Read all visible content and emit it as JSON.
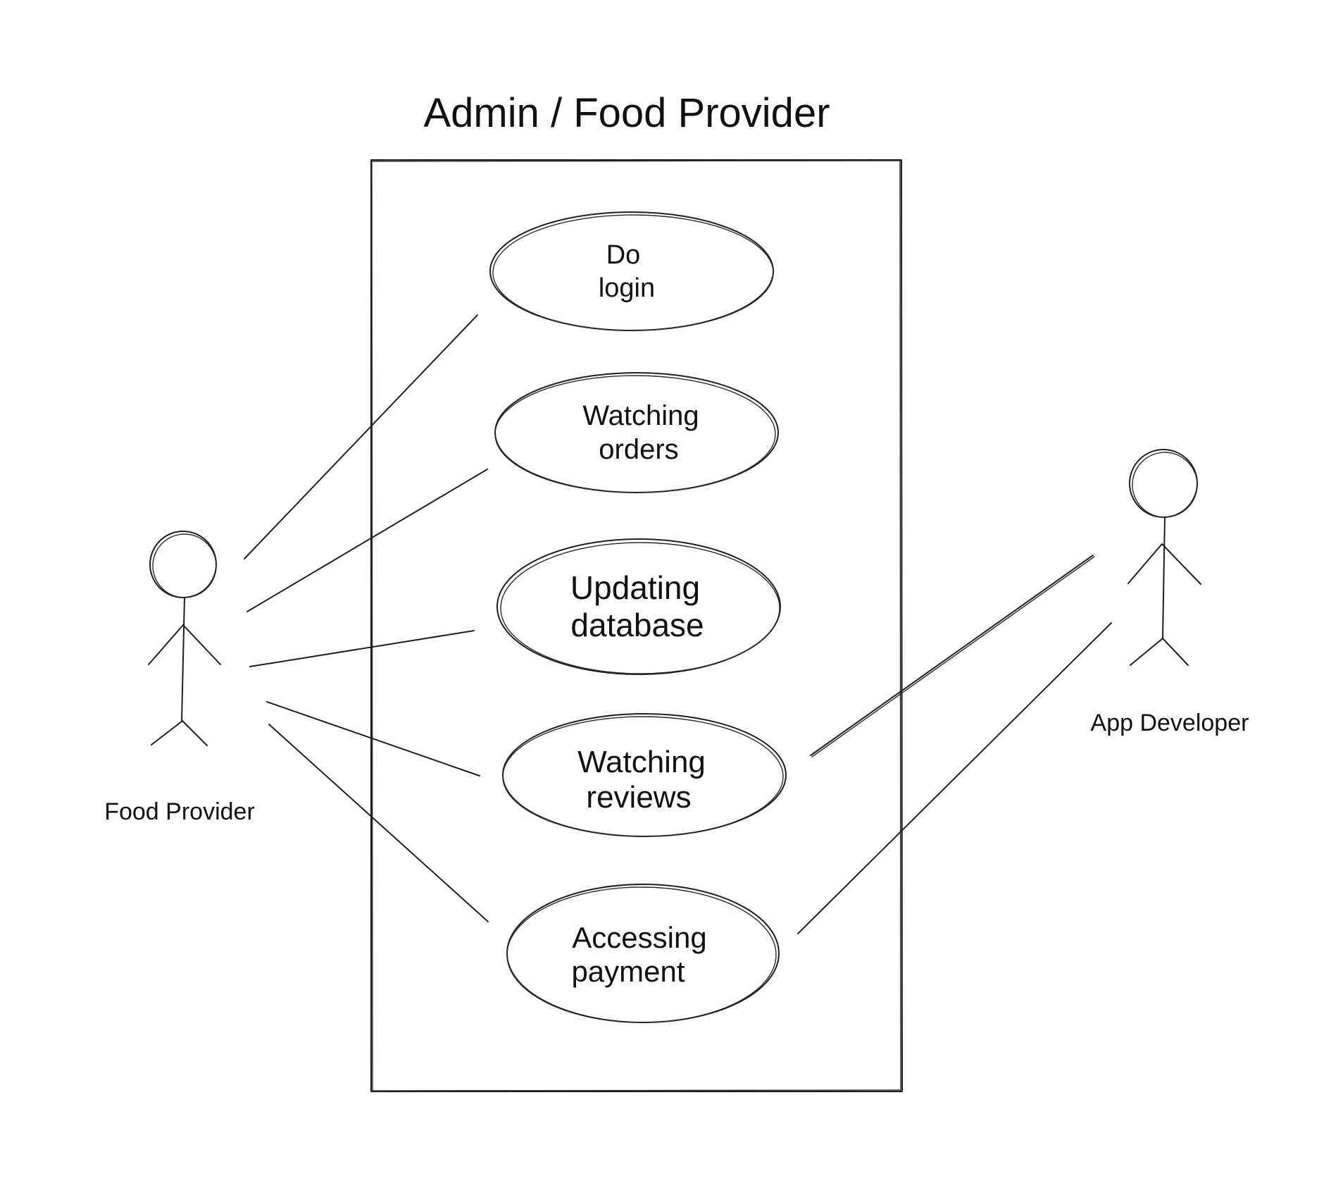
{
  "diagram": {
    "title": "Admin / Food Provider",
    "actors": {
      "left": {
        "label": "Food Provider"
      },
      "right": {
        "label": "App Developer"
      }
    },
    "use_cases": [
      {
        "line1": "Do",
        "line2": "login"
      },
      {
        "line1": "Watching",
        "line2": "orders"
      },
      {
        "line1": "Updating",
        "line2": "database"
      },
      {
        "line1": "Watching",
        "line2": "reviews"
      },
      {
        "line1": "Accessing",
        "line2": "payment"
      }
    ]
  }
}
